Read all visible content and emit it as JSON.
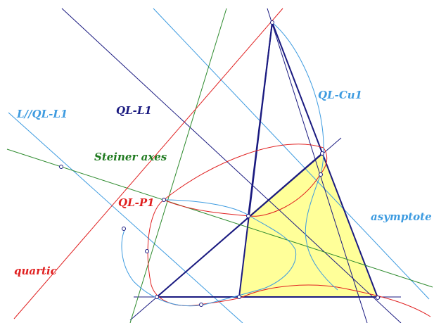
{
  "labels": {
    "ll_ql_l1": "L//QL-L1",
    "ql_l1": "QL-L1",
    "steiner_axes": "Steiner axes",
    "ql_p1": "QL-P1",
    "quartic": "quartic",
    "ql_cu1": "QL-Cu1",
    "asymptote": "asymptote"
  },
  "colors": {
    "navy": "#1a1a80",
    "light_blue": "#3d9be0",
    "green": "#2e8b2e",
    "red": "#e02020",
    "triangle_fill": "#ffff99",
    "dark_green_label": "#1f7a1f"
  }
}
